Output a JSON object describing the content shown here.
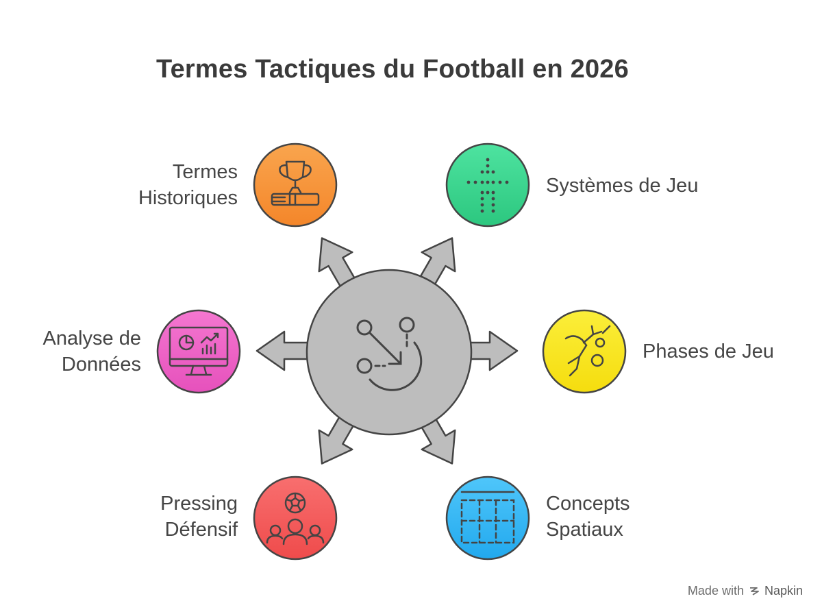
{
  "title": "Termes Tactiques du Football en 2026",
  "items": [
    {
      "key": "historiques",
      "lines": [
        "Termes",
        "Historiques"
      ],
      "color": "#F7953A",
      "icon": "trophy-icon"
    },
    {
      "key": "systemes",
      "lines": [
        "Systèmes de Jeu"
      ],
      "color": "#3FD68F",
      "icon": "formation-dots-icon"
    },
    {
      "key": "analyse",
      "lines": [
        "Analyse de",
        "Données"
      ],
      "color": "#EE63C6",
      "icon": "monitor-chart-icon"
    },
    {
      "key": "phases",
      "lines": [
        "Phases de Jeu"
      ],
      "color": "#F8E71C",
      "icon": "player-kick-icon"
    },
    {
      "key": "pressing",
      "lines": [
        "Pressing",
        "Défensif"
      ],
      "color": "#F45B5B",
      "icon": "team-ball-icon"
    },
    {
      "key": "spatiaux",
      "lines": [
        "Concepts",
        "Spatiaux"
      ],
      "color": "#35B8F5",
      "icon": "grid-zones-icon"
    }
  ],
  "center": {
    "color": "#BDBDBD",
    "icon": "tactic-play-icon"
  },
  "footer": {
    "made_with": "Made with",
    "brand": "Napkin",
    "icon": "napkin-logo-icon"
  }
}
